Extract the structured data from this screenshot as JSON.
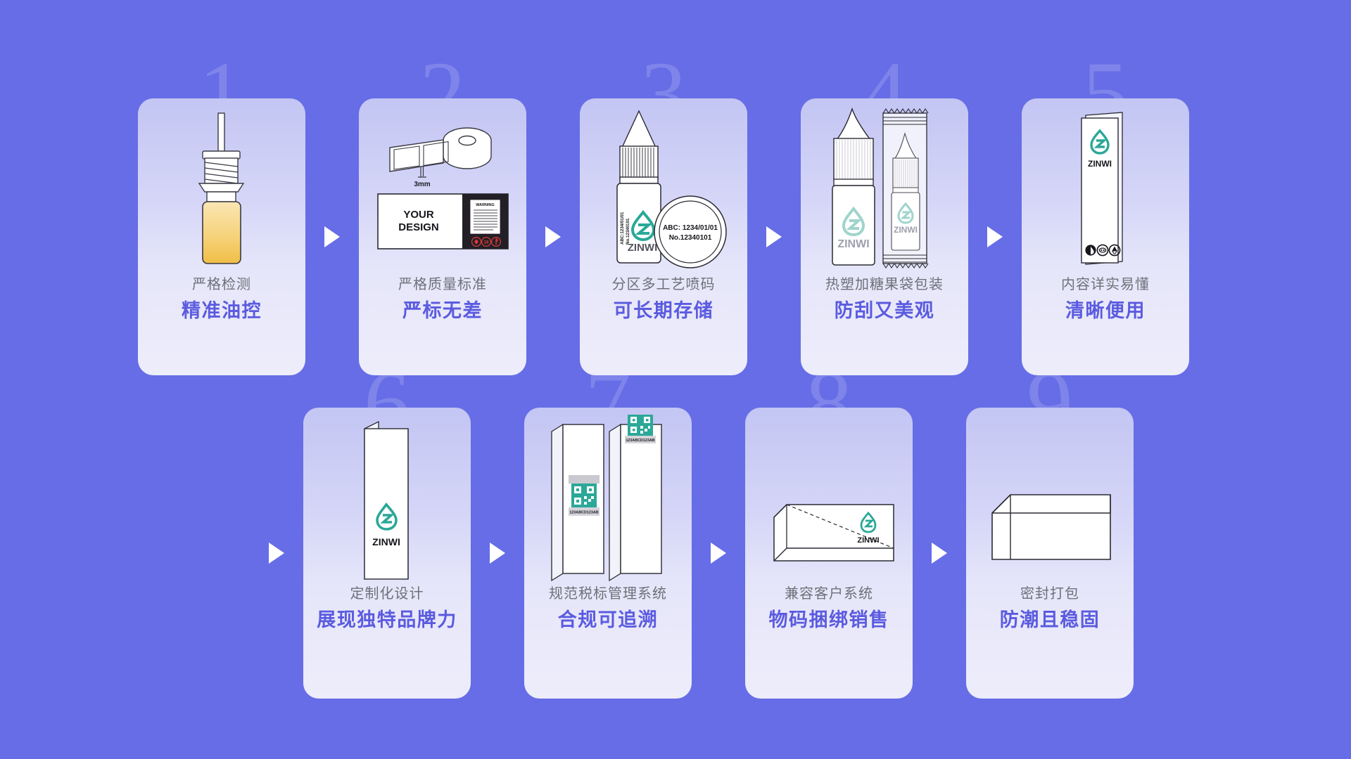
{
  "meta": {
    "background_color": "#666DE6",
    "card_gradient_top": "#C3C5F3",
    "card_gradient_bottom": "#EDEDFB",
    "accent_color": "#5B5BE0",
    "sub_label_color": "#6F7079",
    "brand_green": "#2BA898",
    "arrow_color": "#FFFFFF",
    "step_number_color": "rgba(255,255,255,0.16)"
  },
  "brand": {
    "name": "ZINWI",
    "logo_name": "zinwi-droplet-logo"
  },
  "arrows": {
    "glyph": "▶",
    "label": "next-step-arrow"
  },
  "steps": [
    {
      "number": "1",
      "sub_label": "严格检测",
      "main_label": "精准油控",
      "illustration": "dropper-bottle-with-amber-liquid",
      "art_texts": []
    },
    {
      "number": "2",
      "sub_label": "严格质量标准",
      "main_label": "严标无差",
      "illustration": "label-roll-and-printed-label",
      "art_texts": {
        "roll_gap_measure": "3mm",
        "design_line_1": "YOUR",
        "design_line_2": "DESIGN",
        "warning_title": "WARNING"
      }
    },
    {
      "number": "3",
      "sub_label": "分区多工艺喷码",
      "main_label": "可长期存储",
      "illustration": "coded-bottle-with-magnifier-detail",
      "art_texts": {
        "code_line_1": "ABC: 1234/01/01",
        "code_line_2": "No.12340101",
        "bottle_side_code_1": "ABC:1234/01/01",
        "bottle_side_code_2": "No.12340101",
        "bottle_brand": "ZINWI"
      }
    },
    {
      "number": "4",
      "sub_label": "热塑加糖果袋包装",
      "main_label": "防刮又美观",
      "illustration": "bottle-and-flow-wrap-sachet",
      "art_texts": {
        "bottle_brand": "ZINWI",
        "sachet_brand": "ZINWI"
      }
    },
    {
      "number": "5",
      "sub_label": "内容详实易懂",
      "main_label": "清晰便用",
      "illustration": "folded-instruction-leaflet",
      "art_texts": {
        "leaflet_brand": "ZINWI",
        "compliance_icons": [
          "no-water-icon",
          "no-children-icon",
          "recycle-icon"
        ]
      }
    },
    {
      "number": "6",
      "sub_label": "定制化设计",
      "main_label": "展现独特品牌力",
      "illustration": "custom-branded-carton",
      "art_texts": {
        "carton_brand": "ZINWI"
      }
    },
    {
      "number": "7",
      "sub_label": "规范税标管理系统",
      "main_label": "合规可追溯",
      "illustration": "cartons-with-qr-tax-stamps",
      "art_texts": {
        "stamp_code_front": "123ABCD123AB",
        "stamp_code_back": "123ABCD123AB"
      }
    },
    {
      "number": "8",
      "sub_label": "兼容客户系统",
      "main_label": "物码捆绑销售",
      "illustration": "sealed-shipping-carton-with-logo",
      "art_texts": {
        "carton_brand": "ZINWI"
      }
    },
    {
      "number": "9",
      "sub_label": "密封打包",
      "main_label": "防潮且稳固",
      "illustration": "closed-shipping-box",
      "art_texts": []
    }
  ]
}
